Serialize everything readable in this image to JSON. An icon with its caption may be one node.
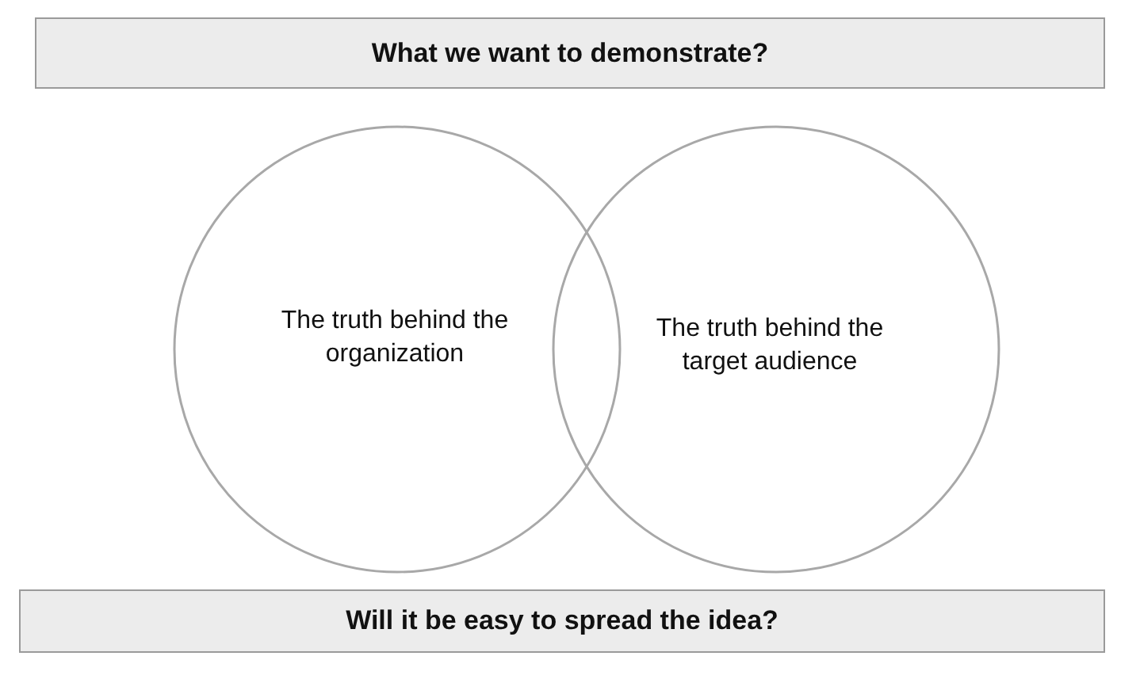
{
  "diagram": {
    "nodes": [
      {
        "text": [
          "What we want to demonstrate?"
        ]
      },
      {
        "text": [
          "The truth behind the organization"
        ]
      },
      {
        "text": [
          "The truth behind the target audience"
        ]
      },
      {
        "text": [
          "Will it be easy to spread the idea?"
        ]
      }
    ]
  }
}
